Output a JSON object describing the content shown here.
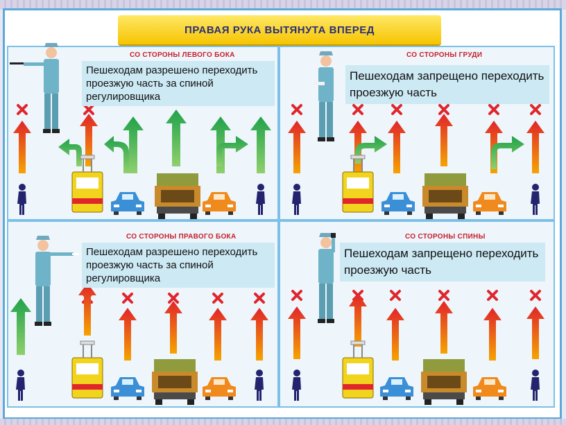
{
  "title": "ПРАВАЯ РУКА ВЫТЯНУТА ВПЕРЕД",
  "panels": [
    {
      "heading": "СО СТОРОНЫ ЛЕВОГО БОКА",
      "note": "Пешеходам разрешено переходить проезжую часть за спиной регулировщика"
    },
    {
      "heading": "СО СТОРОНЫ ГРУДИ",
      "note": "Пешеходам запрещено переходить проезжую часть"
    },
    {
      "heading": "СО СТОРОНЫ ПРАВОГО БОКА",
      "note": "Пешеходам разрешено переходить проезжую часть за спиной регулировщика"
    },
    {
      "heading": "СО СТОРОНЫ СПИНЫ",
      "note": "Пешеходам запрещено переходить проезжую часть"
    }
  ],
  "colors": {
    "allowed": "#2aa84a",
    "forbidden": "#e0252b",
    "title_bg": "#f6c400",
    "note_bg": "#cce9f4"
  }
}
